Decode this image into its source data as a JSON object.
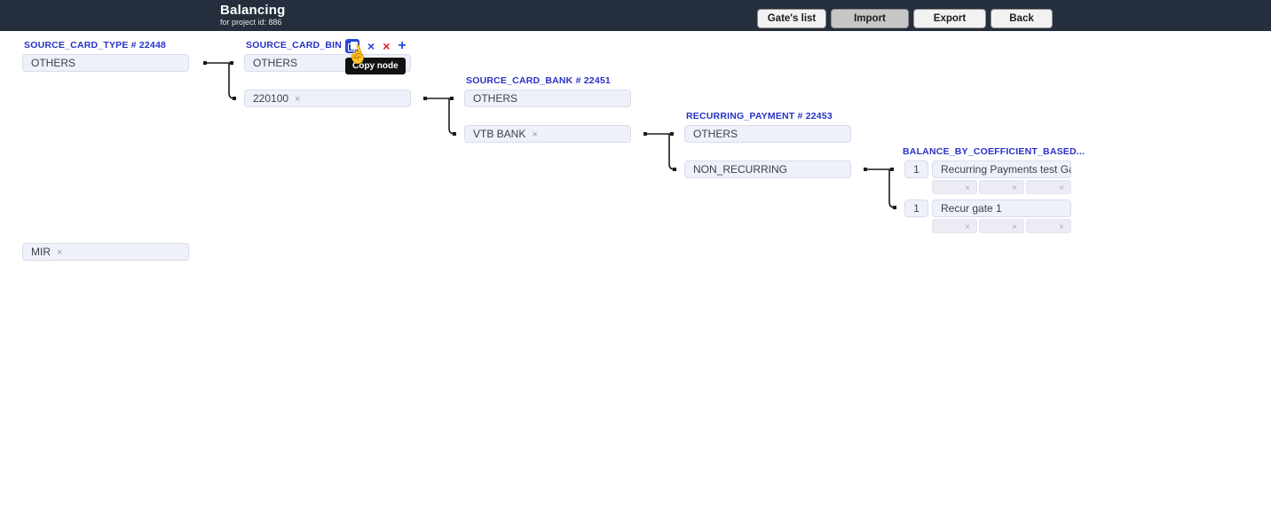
{
  "header": {
    "title": "Balancing",
    "subtitle": "for project id: 886",
    "buttons": {
      "gates_list": "Gate's list",
      "import": "Import",
      "export": "Export",
      "back": "Back"
    }
  },
  "tooltip": {
    "text": "Copy node"
  },
  "glyphs": {
    "close": "×",
    "cross": "×",
    "plus": "+"
  },
  "colors": {
    "header_bg": "#242e3c",
    "column_title": "#2832c8",
    "node_bg": "#eef0fa",
    "copy_button_bg": "#2946d8",
    "icon_blue": "#2946d8",
    "icon_red": "#e01b24",
    "tooltip_bg": "#121212"
  },
  "columns": [
    {
      "title": "SOURCE_CARD_TYPE # 22448",
      "nodes": [
        {
          "label": "OTHERS",
          "removable": false
        },
        {
          "label": "MIR",
          "removable": true
        }
      ]
    },
    {
      "title": "SOURCE_CARD_BIN ...",
      "toolbar": [
        "copy-node",
        "cut-node",
        "delete-node",
        "add-node"
      ],
      "nodes": [
        {
          "label": "OTHERS",
          "removable": false
        },
        {
          "label": "220100",
          "removable": true
        }
      ]
    },
    {
      "title": "SOURCE_CARD_BANK # 22451",
      "nodes": [
        {
          "label": "OTHERS",
          "removable": false
        },
        {
          "label": "VTB BANK",
          "removable": true
        }
      ]
    },
    {
      "title": "RECURRING_PAYMENT # 22453",
      "nodes": [
        {
          "label": "OTHERS",
          "removable": false
        },
        {
          "label": "NON_RECURRING",
          "removable": false
        }
      ]
    },
    {
      "title": "BALANCE_BY_COEFFICIENT_BASED...",
      "gates": [
        {
          "coefficient": "1",
          "name": "Recurring Payments test Gate"
        },
        {
          "coefficient": "1",
          "name": "Recur gate 1"
        }
      ]
    }
  ]
}
